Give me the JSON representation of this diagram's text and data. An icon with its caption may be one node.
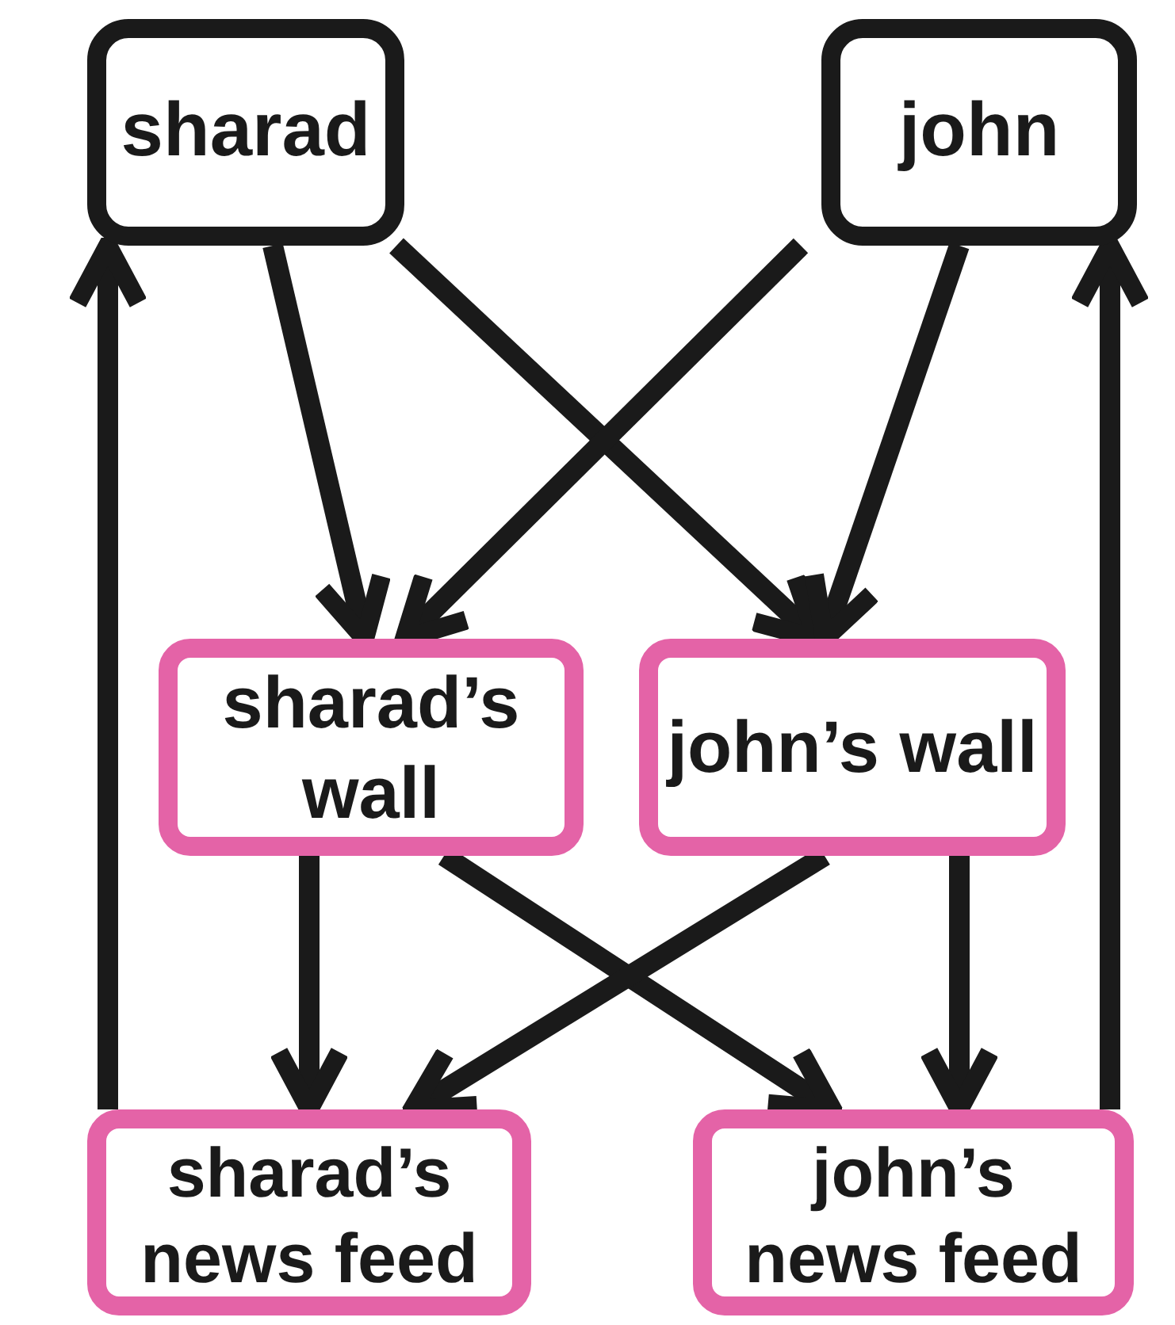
{
  "diagram": {
    "nodes": [
      {
        "text": [
          "sharad"
        ]
      },
      {
        "text": [
          "john"
        ]
      },
      {
        "text": [
          "sharad’s wall"
        ]
      },
      {
        "text": [
          "john’s wall"
        ]
      },
      {
        "text": [
          "sharad’s news feed"
        ]
      },
      {
        "text": [
          "john’s news feed"
        ]
      }
    ],
    "edges": [
      {
        "from": 0,
        "to": 2,
        "arrow": "to"
      },
      {
        "from": 0,
        "to": 3,
        "arrow": "to"
      },
      {
        "from": 1,
        "to": 2,
        "arrow": "to"
      },
      {
        "from": 1,
        "to": 3,
        "arrow": "to"
      },
      {
        "from": 2,
        "to": 4,
        "arrow": "to"
      },
      {
        "from": 2,
        "to": 5,
        "arrow": "to"
      },
      {
        "from": 3,
        "to": 4,
        "arrow": "to"
      },
      {
        "from": 3,
        "to": 5,
        "arrow": "to"
      },
      {
        "from": 4,
        "to": 0,
        "arrow": "to"
      },
      {
        "from": 5,
        "to": 1,
        "arrow": "to"
      }
    ]
  }
}
